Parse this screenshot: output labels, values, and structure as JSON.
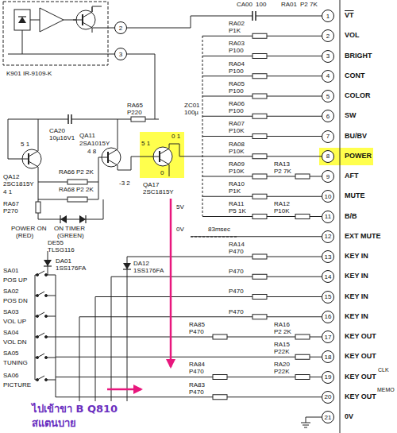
{
  "diagram": {
    "nodes": [
      {
        "text": [
          "2"
        ]
      },
      {
        "text": [
          "3"
        ]
      },
      {
        "text": [
          "1"
        ]
      },
      {
        "text": [
          "2"
        ]
      },
      {
        "text": [
          "3"
        ]
      },
      {
        "text": [
          "4"
        ]
      },
      {
        "text": [
          "5"
        ]
      },
      {
        "text": [
          "6"
        ]
      },
      {
        "text": [
          "7"
        ]
      },
      {
        "text": [
          "8"
        ]
      },
      {
        "text": [
          "9"
        ]
      },
      {
        "text": [
          "10"
        ]
      },
      {
        "text": [
          "11"
        ]
      },
      {
        "text": [
          "12"
        ]
      },
      {
        "text": [
          "13"
        ]
      },
      {
        "text": [
          "14"
        ]
      },
      {
        "text": [
          "15"
        ]
      },
      {
        "text": [
          "16"
        ]
      },
      {
        "text": [
          "17"
        ]
      },
      {
        "text": [
          "18"
        ]
      },
      {
        "text": [
          "19"
        ]
      },
      {
        "text": [
          "20"
        ]
      },
      {
        "text": [
          "21"
        ]
      }
    ],
    "labels": [
      "K901 IR-9109-K",
      "CA00",
      "100",
      "RA01",
      "P2 7K",
      "VT",
      "VOL",
      "BRIGHT",
      "CONT",
      "COLOR",
      "SW",
      "BU/BV",
      "POWER",
      "AFT",
      "MUTE",
      "B/B",
      "EXT MUTE",
      "KEY IN",
      "KEY IN",
      "KEY IN",
      "KEY IN",
      "KEY OUT",
      "KEY OUT",
      "KEY OUT",
      "CLK",
      "KEY OUT",
      "MEMO",
      "0V",
      "RA02",
      "P1K",
      "RA03",
      "P100",
      "RA04",
      "P100",
      "RA05",
      "P100",
      "RA06",
      "P100",
      "RA07",
      "P10K",
      "RA08",
      "P10K",
      "RA09",
      "P10K",
      "RA13",
      "P2 7K",
      "RA10",
      "P1K",
      "RA11",
      "P5 1K",
      "RA12",
      "P10K",
      "RA14",
      "P470",
      "P470",
      "P470",
      "P470",
      "RA85",
      "P470",
      "RA16",
      "P2 2K",
      "RA15",
      "P22K",
      "RA84",
      "P470",
      "RA20",
      "P22K",
      "RA83",
      "P470",
      "CA20",
      "10µ16V1",
      "RA65",
      "P220",
      "ZC01",
      "100µ",
      "5 1",
      "QA11",
      "2SA1015Y",
      "4 8",
      "QA12",
      "2SC1815Y",
      "4 1",
      "RA66",
      "P2 2K",
      "RA68",
      "P2 2K",
      "-3 2",
      "RA67",
      "P270",
      "5 1",
      "0 1",
      "0",
      "QA17",
      "2SC1815Y",
      "POWER ON",
      "ON TIMER",
      "(RED)",
      "(GREEN)",
      "DE55",
      "TLSG116",
      "5V",
      "0V",
      "83msec",
      "DA01",
      "1SS176FA",
      "DA12",
      "1SS176FA",
      "SA01",
      "POS UP",
      "SA02",
      "POS DN",
      "SA03",
      "VOL UP",
      "SA04",
      "VOL DN",
      "SA05",
      "TUNING",
      "SA06",
      "PICTURE",
      "ไปเข้าขา B Q810",
      "สแตนบาย"
    ]
  }
}
